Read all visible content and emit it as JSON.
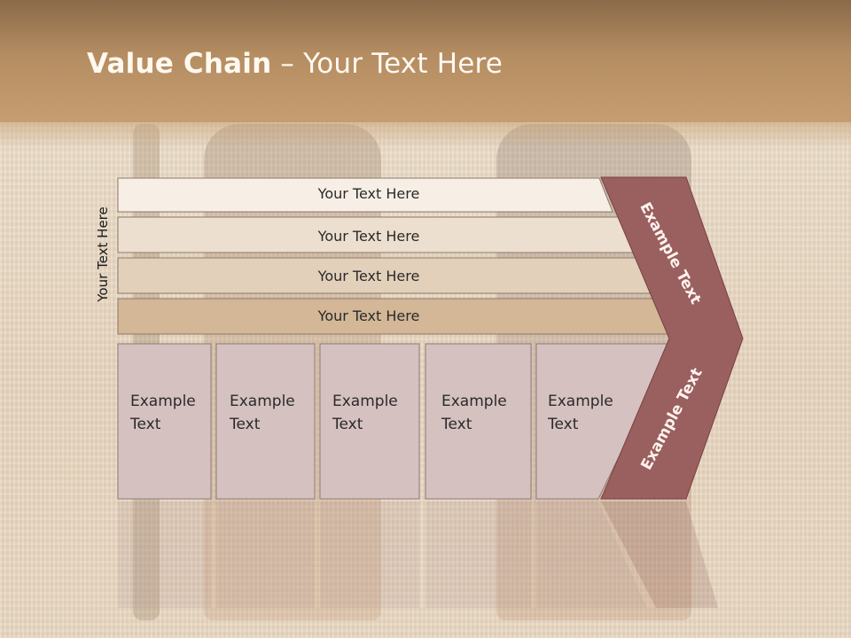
{
  "title": {
    "bold": "Value Chain",
    "rest": " – Your Text Here"
  },
  "side_label": "Your Text Here",
  "rows": [
    {
      "label": "Your Text Here",
      "fill": "#f7efe6"
    },
    {
      "label": "Your Text Here",
      "fill": "#ecdfcf"
    },
    {
      "label": "Your Text Here",
      "fill": "#e2d0ba"
    },
    {
      "label": "Your Text Here",
      "fill": "#d3b796"
    }
  ],
  "columns": [
    {
      "line1": "Example",
      "line2": "Text"
    },
    {
      "line1": "Example",
      "line2": "Text"
    },
    {
      "line1": "Example",
      "line2": "Text"
    },
    {
      "line1": "Example",
      "line2": "Text"
    },
    {
      "line1": "Example",
      "line2": "Text"
    }
  ],
  "chevron": {
    "top_label": "Example Text",
    "bottom_label": "Example Text",
    "color": "#9a5f5f"
  },
  "colors": {
    "column_fill": "#d6c1c1",
    "header": "#b58d62"
  }
}
